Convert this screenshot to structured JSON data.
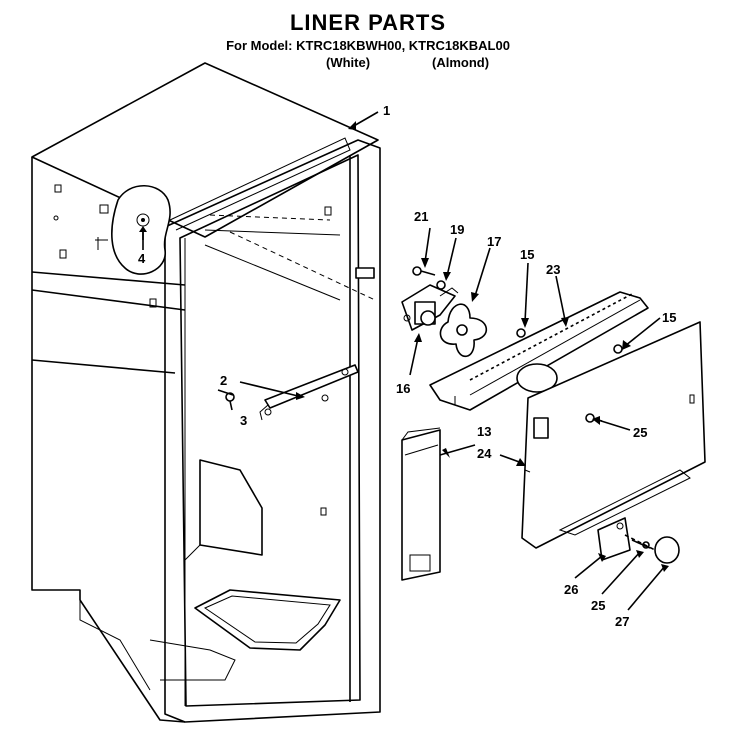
{
  "header": {
    "title": "LINER PARTS",
    "model_line": "For Model: KTRC18KBWH00, KTRC18KBAL00",
    "color_white": "(White)",
    "color_almond": "(Almond)"
  },
  "callouts": {
    "c1": "1",
    "c2": "2",
    "c3": "3",
    "c4": "4",
    "c13": "13",
    "c15a": "15",
    "c15b": "15",
    "c16": "16",
    "c17": "17",
    "c19": "19",
    "c21": "21",
    "c23": "23",
    "c24": "24",
    "c25a": "25",
    "c25b": "25",
    "c26": "26",
    "c27": "27"
  }
}
